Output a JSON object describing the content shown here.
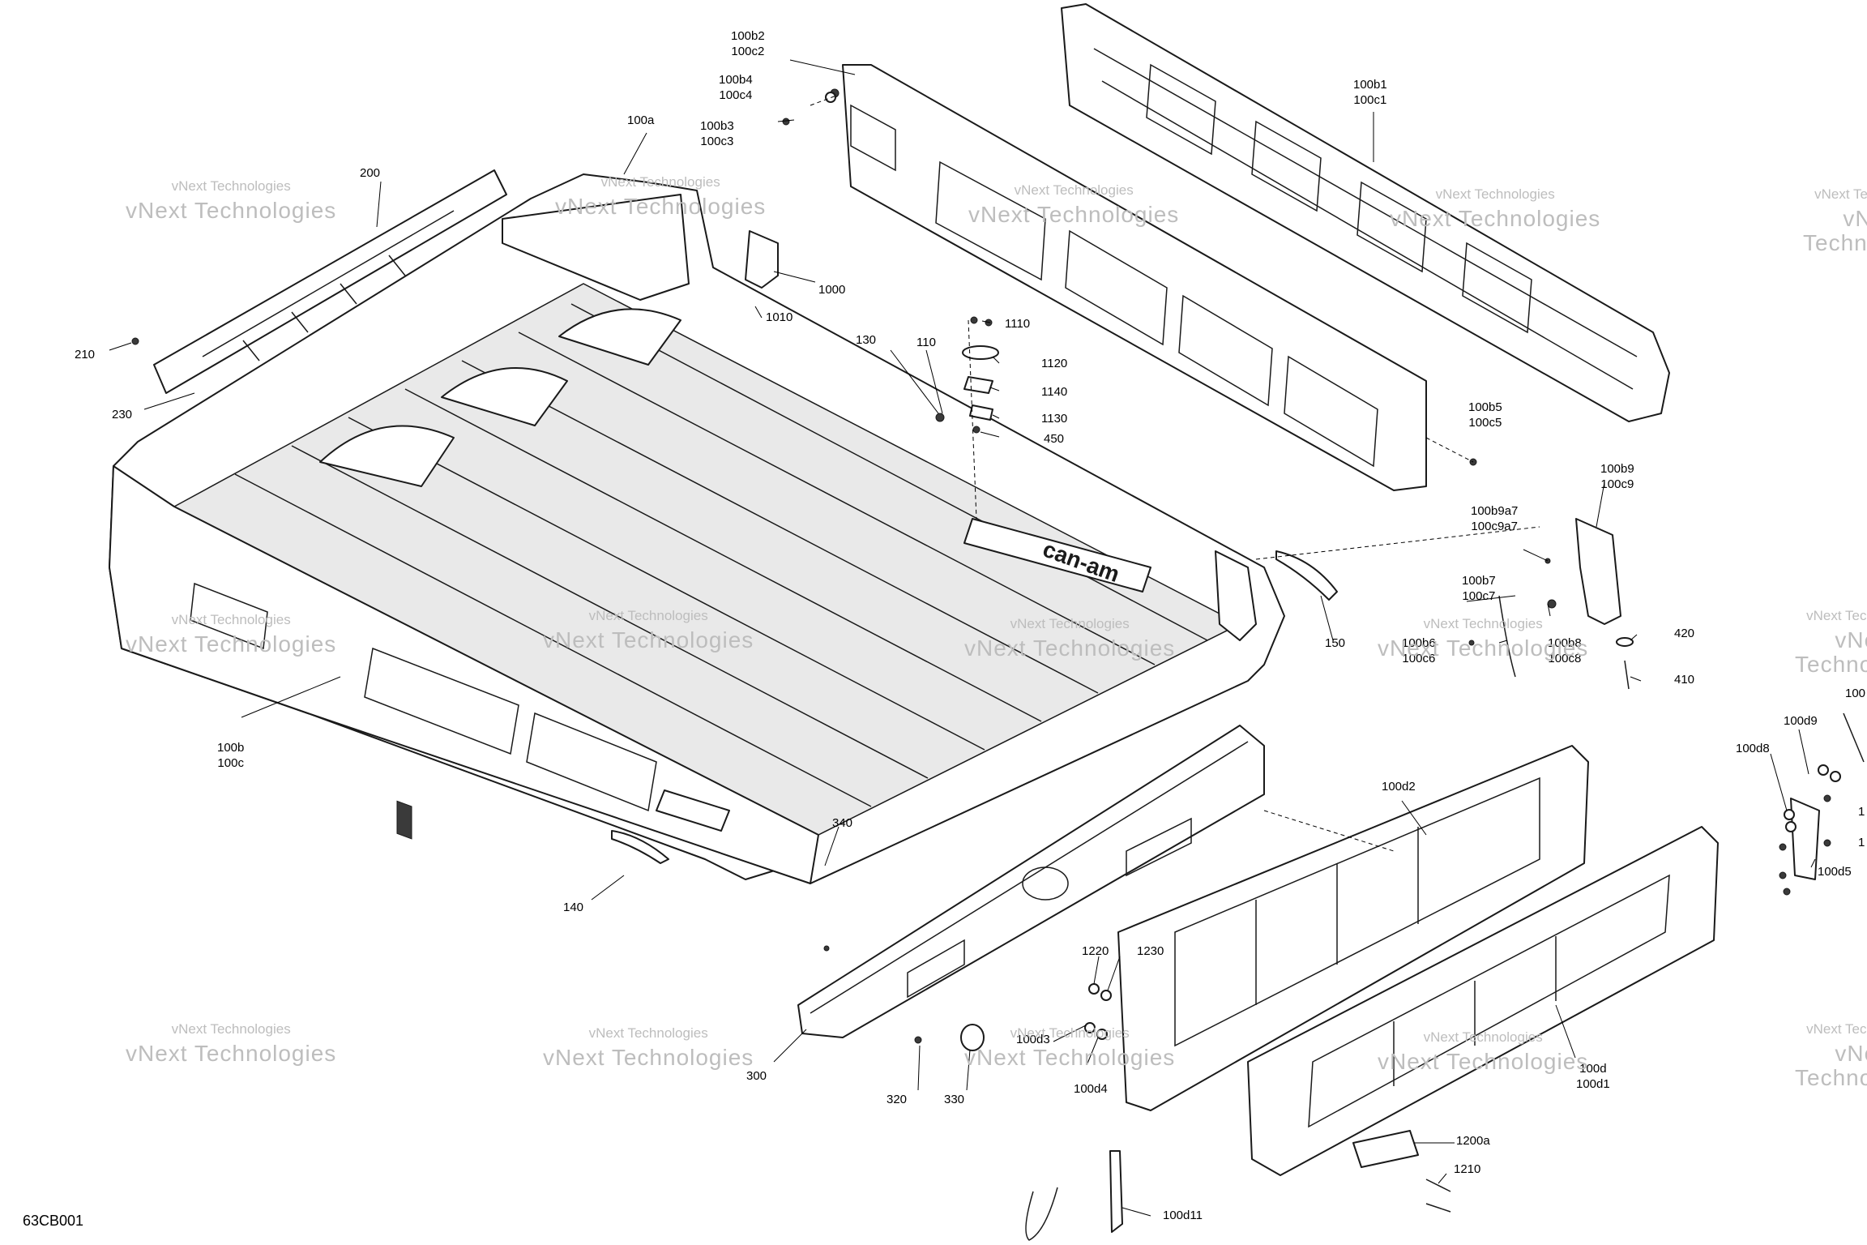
{
  "figure_code": "63CB001",
  "watermark": {
    "line1": "vNext Technologies",
    "line2": "vNext Technologies"
  },
  "callouts": [
    {
      "id": "100a",
      "lines": [
        "100a"
      ]
    },
    {
      "id": "200",
      "lines": [
        "200"
      ]
    },
    {
      "id": "210",
      "lines": [
        "210"
      ]
    },
    {
      "id": "230",
      "lines": [
        "230"
      ]
    },
    {
      "id": "100b",
      "lines": [
        "100b",
        "100c"
      ]
    },
    {
      "id": "100b2",
      "lines": [
        "100b2",
        "100c2"
      ]
    },
    {
      "id": "100b4",
      "lines": [
        "100b4",
        "100c4"
      ]
    },
    {
      "id": "100b3",
      "lines": [
        "100b3",
        "100c3"
      ]
    },
    {
      "id": "100b1",
      "lines": [
        "100b1",
        "100c1"
      ]
    },
    {
      "id": "1000",
      "lines": [
        "1000"
      ]
    },
    {
      "id": "1010",
      "lines": [
        "1010"
      ]
    },
    {
      "id": "1110",
      "lines": [
        "1110"
      ]
    },
    {
      "id": "1120",
      "lines": [
        "1120"
      ]
    },
    {
      "id": "1140",
      "lines": [
        "1140"
      ]
    },
    {
      "id": "1130",
      "lines": [
        "1130"
      ]
    },
    {
      "id": "450",
      "lines": [
        "450"
      ]
    },
    {
      "id": "130",
      "lines": [
        "130"
      ]
    },
    {
      "id": "110",
      "lines": [
        "110"
      ]
    },
    {
      "id": "100b5",
      "lines": [
        "100b5",
        "100c5"
      ]
    },
    {
      "id": "100b9",
      "lines": [
        "100b9",
        "100c9"
      ]
    },
    {
      "id": "100b9a7",
      "lines": [
        "100b9a7",
        "100c9a7"
      ]
    },
    {
      "id": "100b7",
      "lines": [
        "100b7",
        "100c7"
      ]
    },
    {
      "id": "100b6",
      "lines": [
        "100b6",
        "100c6"
      ]
    },
    {
      "id": "100b8",
      "lines": [
        "100b8",
        "100c8"
      ]
    },
    {
      "id": "420",
      "lines": [
        "420"
      ]
    },
    {
      "id": "410",
      "lines": [
        "410"
      ]
    },
    {
      "id": "150",
      "lines": [
        "150"
      ]
    },
    {
      "id": "100d2",
      "lines": [
        "100d2"
      ]
    },
    {
      "id": "100d9",
      "lines": [
        "100d9"
      ]
    },
    {
      "id": "100d8",
      "lines": [
        "100d8"
      ]
    },
    {
      "id": "100d5",
      "lines": [
        "100d5"
      ]
    },
    {
      "id": "100edge",
      "lines": [
        "100"
      ]
    },
    {
      "id": "1edge",
      "lines": [
        "1"
      ]
    },
    {
      "id": "340",
      "lines": [
        "340"
      ]
    },
    {
      "id": "140",
      "lines": [
        "140"
      ]
    },
    {
      "id": "300",
      "lines": [
        "300"
      ]
    },
    {
      "id": "320",
      "lines": [
        "320"
      ]
    },
    {
      "id": "330",
      "lines": [
        "330"
      ]
    },
    {
      "id": "100d3",
      "lines": [
        "100d3"
      ]
    },
    {
      "id": "100d4",
      "lines": [
        "100d4"
      ]
    },
    {
      "id": "1220",
      "lines": [
        "1220"
      ]
    },
    {
      "id": "1230",
      "lines": [
        "1230"
      ]
    },
    {
      "id": "100d",
      "lines": [
        "100d",
        "100d1"
      ]
    },
    {
      "id": "1200a",
      "lines": [
        "1200a"
      ]
    },
    {
      "id": "1210",
      "lines": [
        "1210"
      ]
    },
    {
      "id": "100d11",
      "lines": [
        "100d11"
      ]
    }
  ],
  "brand_marks": {
    "bed_logo": "can-am"
  }
}
